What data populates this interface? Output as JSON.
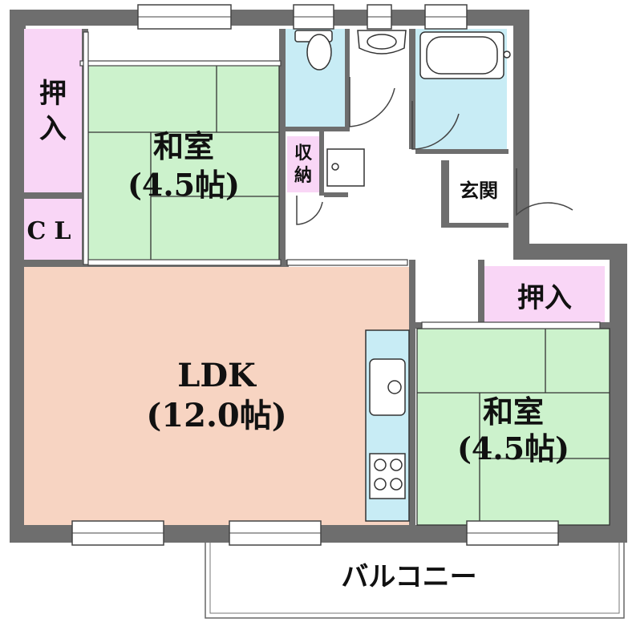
{
  "rooms": {
    "washitsu_1": {
      "name": "和室",
      "size": "(4.5帖)"
    },
    "ldk": {
      "name": "LDK",
      "size": "(12.0帖)"
    },
    "washitsu_2": {
      "name": "和室",
      "size": "(4.5帖)"
    },
    "oshiire_1": "押入",
    "oshiire_2": "押入",
    "closet": "CL",
    "storage": "収納",
    "entrance": "玄関",
    "balcony": "バルコニー"
  },
  "colors": {
    "wall": "#6e6e6e",
    "tatami": "#ccf2cc",
    "ldk_floor": "#f7d4c2",
    "wet_area": "#c8ecf5",
    "closet_pink": "#f9d6f6",
    "corridor": "#ffffff"
  }
}
